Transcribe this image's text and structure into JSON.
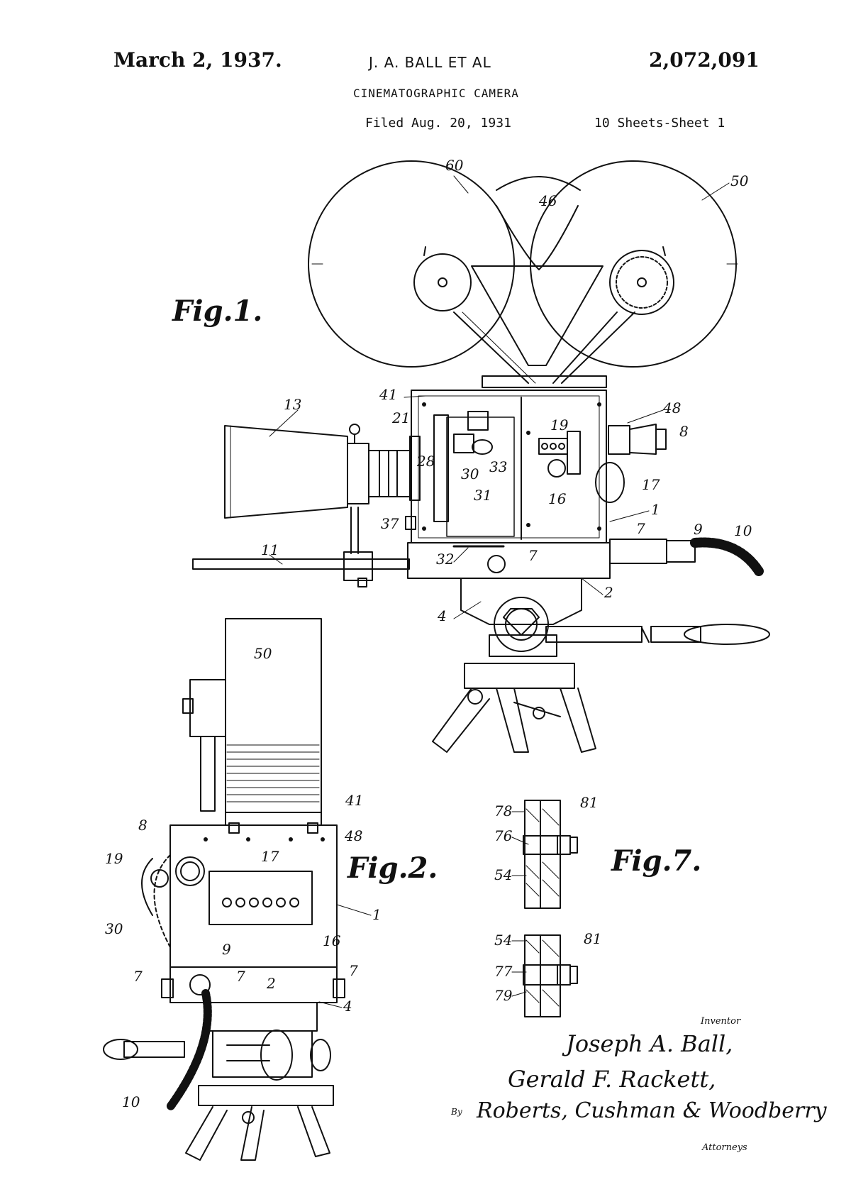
{
  "header": {
    "date": "March 2, 1937.",
    "inventors": "J. A. BALL ET AL",
    "patent_number": "2,072,091",
    "title": "CINEMATOGRAPHIC CAMERA",
    "filed": "Filed Aug. 20, 1931",
    "sheets": "10 Sheets-Sheet 1"
  },
  "figures": {
    "fig1": "Fig.1.",
    "fig2": "Fig.2.",
    "fig7": "Fig.7."
  },
  "fig1_refs": [
    "60",
    "46",
    "50",
    "41",
    "48",
    "13",
    "21",
    "19",
    "8",
    "28",
    "30",
    "33",
    "31",
    "16",
    "17",
    "1",
    "37",
    "7",
    "9",
    "10",
    "11",
    "32",
    "7",
    "2",
    "4"
  ],
  "fig2_refs": [
    "50",
    "41",
    "8",
    "48",
    "19",
    "17",
    "1",
    "30",
    "16",
    "9",
    "7",
    "7",
    "2",
    "7",
    "4",
    "10"
  ],
  "fig7_refs": [
    "78",
    "81",
    "76",
    "54",
    "54",
    "81",
    "77",
    "79"
  ],
  "signature": {
    "inventor_label": "Inventor",
    "inventor_1": "Joseph A. Ball,",
    "inventor_2": "Gerald F. Rackett,",
    "by": "By",
    "attorneys": "Roberts, Cushman & Woodberry",
    "attorneys_label": "Attorneys"
  },
  "colors": {
    "ink": "#111111",
    "paper": "#ffffff"
  }
}
